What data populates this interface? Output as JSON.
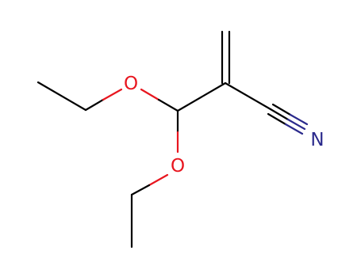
{
  "molecule": {
    "atoms": [
      {
        "id": "o1",
        "element": "O",
        "label": "O"
      },
      {
        "id": "o2",
        "element": "O",
        "label": "O"
      },
      {
        "id": "n1",
        "element": "N",
        "label": "N"
      }
    ]
  },
  "colors": {
    "carbon_bond": "#000000",
    "oxygen": "#e8161f",
    "nitrogen": "#2b2a8c",
    "background": "#ffffff"
  }
}
